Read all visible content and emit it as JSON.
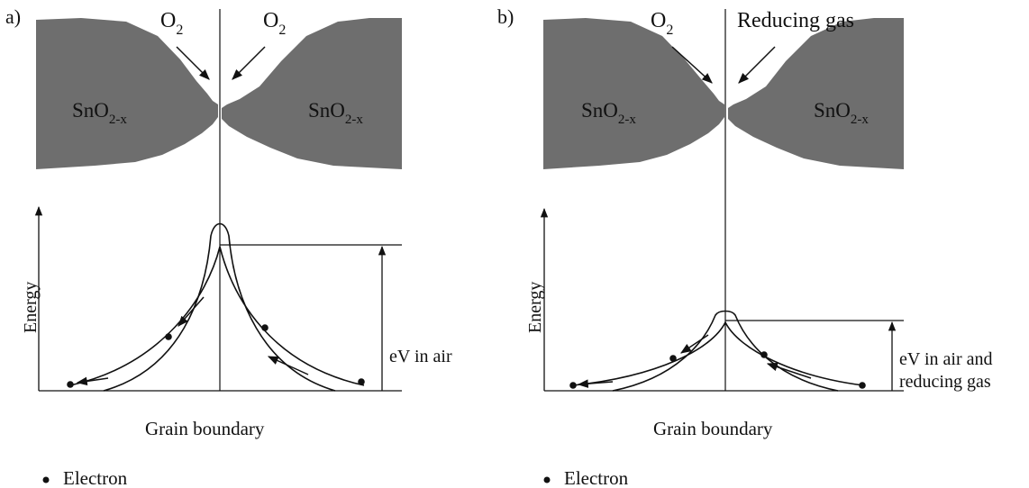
{
  "panels": [
    {
      "id": "a",
      "tag": "a)",
      "gas_left": {
        "text": "O",
        "sub": "2"
      },
      "gas_right": {
        "text": "O",
        "sub": "2"
      },
      "grain_left": {
        "text": "SnO",
        "sub": "2-x"
      },
      "grain_right": {
        "text": "SnO",
        "sub": "2-x"
      },
      "energy_label": "Energy",
      "barrier_label_lines": [
        "eV in air"
      ],
      "boundary_label": "Grain boundary",
      "legend_label": "Electron"
    },
    {
      "id": "b",
      "tag": "b)",
      "gas_left": {
        "text": "O",
        "sub": "2"
      },
      "gas_right": {
        "text": "Reducing gas",
        "sub": ""
      },
      "grain_left": {
        "text": "SnO",
        "sub": "2-x"
      },
      "grain_right": {
        "text": "SnO",
        "sub": "2-x"
      },
      "energy_label": "Energy",
      "barrier_label_lines": [
        "eV in air and",
        "reducing gas"
      ],
      "boundary_label": "Grain boundary",
      "legend_label": "Electron"
    }
  ],
  "colors": {
    "grain": "#6e6e6e",
    "ink": "#111111"
  }
}
